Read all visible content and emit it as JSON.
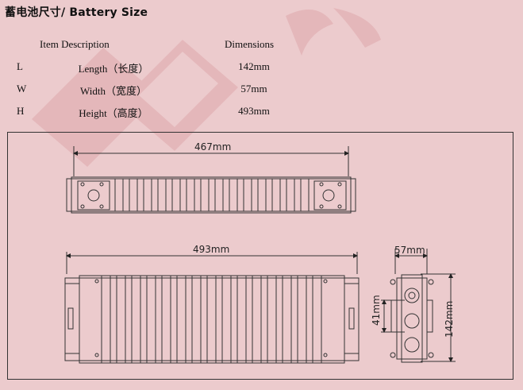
{
  "title": "蓄电池尺寸/ Battery Size",
  "table": {
    "headers": {
      "item": "Item Description",
      "dimensions": "Dimensions"
    },
    "rows": [
      {
        "code": "L",
        "desc": "Length（长度）",
        "value": "142mm"
      },
      {
        "code": "W",
        "desc": "Width（宽度）",
        "value": "57mm"
      },
      {
        "code": "H",
        "desc": "Height（高度）",
        "value": "493mm"
      }
    ]
  },
  "drawing": {
    "top_length": "467mm",
    "side_length": "493mm",
    "end_width": "57mm",
    "end_height": "142mm",
    "terminal_spacing": "41mm"
  }
}
